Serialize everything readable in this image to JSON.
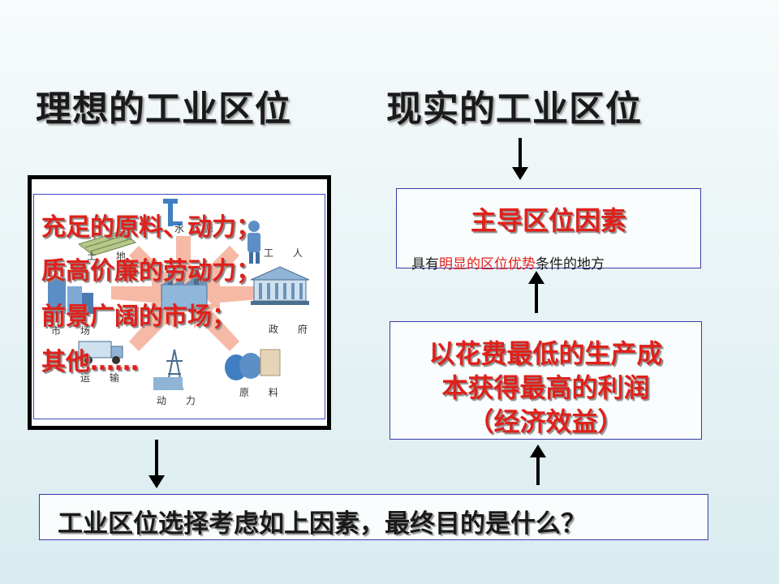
{
  "titles": {
    "left": "理想的工业区位",
    "right": "现实的工业区位"
  },
  "left_panel": {
    "lines": [
      "充足的原料、动力；",
      "质高价廉的劳动力；",
      "前景广阔的市场；",
      "其他……"
    ],
    "diagram_labels": {
      "land": "土 地",
      "water": "水 源",
      "worker": "工 人",
      "government": "政 府",
      "market": "市 场",
      "transport": "运 输",
      "power": "动 力",
      "material": "原 料"
    }
  },
  "main_factor_box": {
    "title": "主导区位因素",
    "subtitle_prefix": "具有",
    "subtitle_highlight": "明显的区位优势",
    "subtitle_suffix": "条件的地方"
  },
  "economic_box": {
    "lines": [
      "以花费最低的生产成",
      "本获得最高的利润",
      "（经济效益）"
    ]
  },
  "question": "工业区位选择考虑如上因素，最终目的是什么？",
  "colors": {
    "accent_red": "#e0201a",
    "border_blue": "#3a3aa8",
    "text_dark": "#1a1a1a"
  }
}
